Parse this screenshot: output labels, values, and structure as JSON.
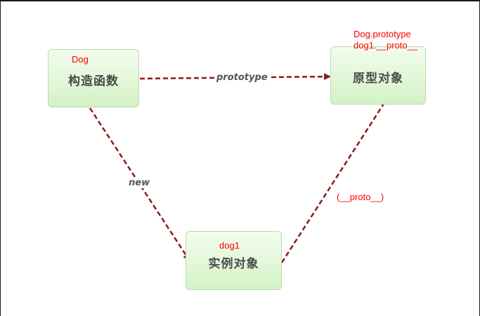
{
  "diagram": {
    "nodes": {
      "constructor": {
        "label": "构造函数",
        "annotation": "Dog"
      },
      "prototype_object": {
        "label": "原型对象",
        "annotation_lines": [
          "Dog.prototype",
          "dog1.__proto__"
        ]
      },
      "instance": {
        "label": "实例对象",
        "annotation": "dog1"
      }
    },
    "edges": {
      "constructor_to_prototype": {
        "label": "prototype"
      },
      "constructor_to_instance": {
        "label": "new"
      },
      "instance_to_prototype": {
        "label": "(__proto__)"
      }
    },
    "colors": {
      "arrow": "#8b1a1a",
      "annotation": "#ff0000",
      "node_border": "#b9dcae",
      "node_fill": "#e2f7d8",
      "node_text": "#4a4a4a"
    }
  }
}
